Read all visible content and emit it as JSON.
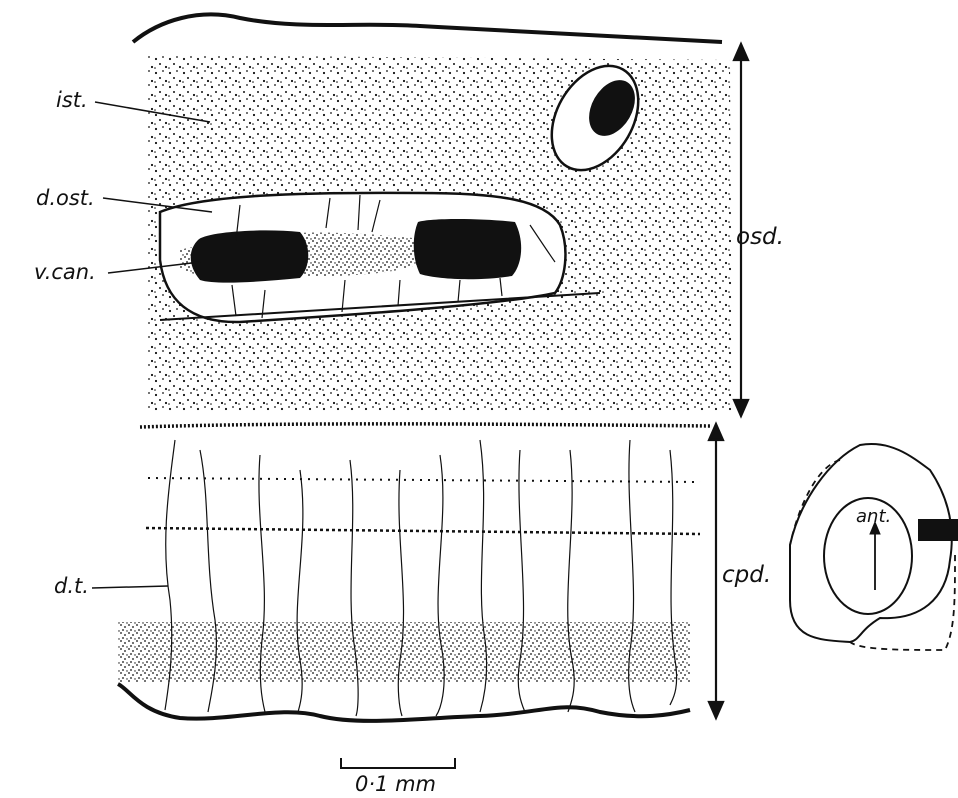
{
  "labels": {
    "ist": "ist.",
    "d_ost": "d.ost.",
    "v_can": "v.can.",
    "osd": "osd.",
    "cpd": "cpd.",
    "dt": "d.t.",
    "ant": "ant.",
    "scale": "0·1 mm"
  },
  "colors": {
    "ink": "#111111",
    "paper": "#ffffff"
  }
}
